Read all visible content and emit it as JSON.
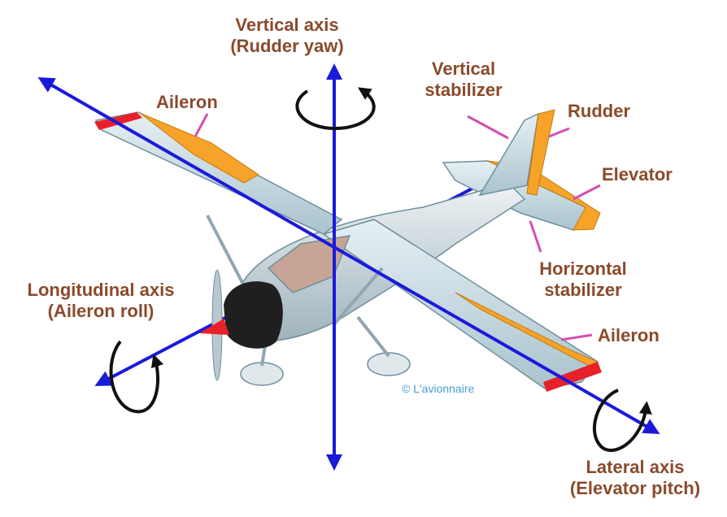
{
  "labels": {
    "vertical_axis": "Vertical axis",
    "rudder_yaw": "(Rudder yaw)",
    "vertical": "Vertical",
    "stabilizer": "stabilizer",
    "rudder": "Rudder",
    "elevator": "Elevator",
    "aileron_top": "Aileron",
    "horizontal": "Horizontal",
    "h_stabilizer": "stabilizer",
    "longitudinal_axis": "Longitudinal axis",
    "aileron_roll": "(Aileron roll)",
    "aileron_bottom": "Aileron",
    "lateral_axis": "Lateral axis",
    "elevator_pitch": "(Elevator pitch)",
    "copyright": "© L'avionnaire"
  },
  "colors": {
    "axis": "#1a1adb",
    "label": "#8b4a2b",
    "leader": "#d44fb0",
    "control_surface": "#f7a32a",
    "wing": "#c8dbe3",
    "wing_edge": "#5a8fb0",
    "tip": "#e8202a",
    "copyright": "#4a9bd6"
  }
}
